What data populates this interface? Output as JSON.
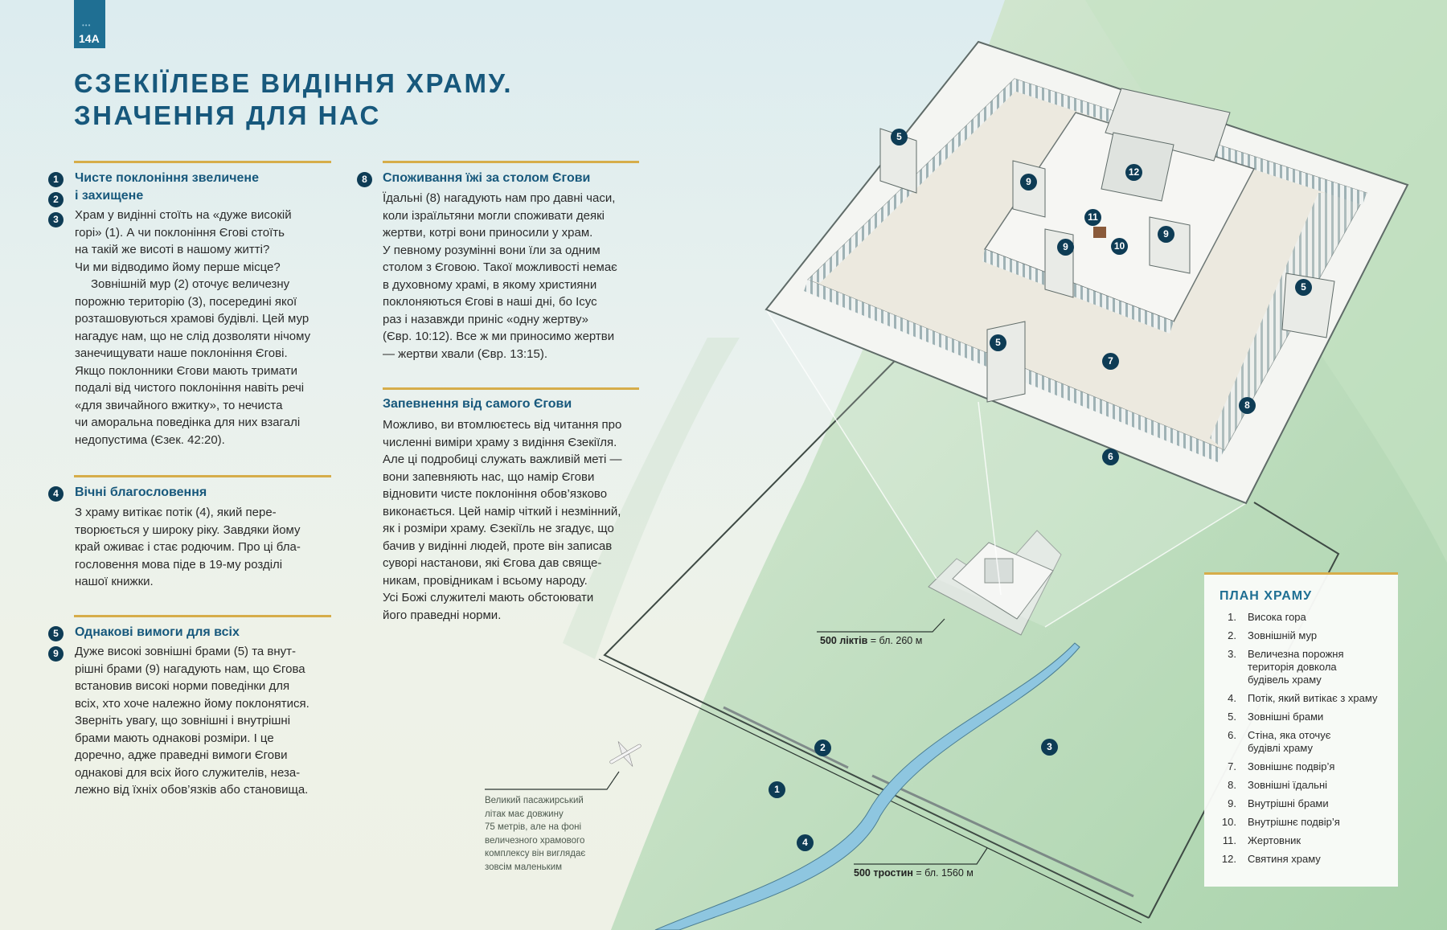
{
  "page_tag": {
    "dots": "•••",
    "number": "14A"
  },
  "title": {
    "line1": "ЄЗЕКІЇЛЕВЕ ВИДІННЯ ХРАМУ.",
    "line2": "ЗНАЧЕННЯ ДЛЯ НАС"
  },
  "left_column": [
    {
      "markers": [
        "1",
        "2",
        "3"
      ],
      "heading_lines": [
        "Чисте поклоніння звеличене",
        "і захищене"
      ],
      "paragraphs": [
        [
          "Храм у видінні стоїть на «дуже високій",
          "горі» (1). А чи поклоніння Єгові стоїть",
          "на такій же висоті в нашому житті?",
          "Чи ми відводимо йому перше місце?"
        ],
        [
          "Зовнішній мур (2) оточує величезну",
          "порожню територію (3), посередині якої",
          "розташовуються храмові будівлі. Цей мур",
          "нагадує нам, що не слід дозволяти нічому",
          "занечищувати наше поклоніння Єгові.",
          "Якщо поклонники Єгови мають тримати",
          "подалі від чистого поклоніння навіть речі",
          "«для звичайного вжитку», то нечиста",
          "чи аморальна поведінка для них взагалі",
          "недопустима (Єзек. 42:20)."
        ]
      ]
    },
    {
      "markers": [
        "4"
      ],
      "heading_lines": [
        "Вічні благословення"
      ],
      "paragraphs": [
        [
          "З храму витікає потік (4), який пере-",
          "творюється у широку ріку. Завдяки йому",
          "край оживає і стає родючим. Про ці бла-",
          "гословення мова піде в 19-му розділі",
          "нашої книжки."
        ]
      ]
    },
    {
      "markers": [
        "5",
        "9"
      ],
      "heading_lines": [
        "Однакові вимоги для всіх"
      ],
      "paragraphs": [
        [
          "Дуже високі зовнішні брами (5) та внут-",
          "рішні брами (9) нагадують нам, що Єгова",
          "встановив високі норми поведінки для",
          "всіх, хто хоче належно йому поклонятися.",
          "Зверніть увагу, що зовнішні і внутрішні",
          "брами мають однакові розміри. І це",
          "доречно, адже праведні вимоги Єгови",
          "однакові для всіх його служителів, неза-",
          "лежно від їхніх обов’язків або становища."
        ]
      ]
    }
  ],
  "middle_column": [
    {
      "markers": [
        "8"
      ],
      "heading_lines": [
        "Споживання їжі за столом Єгови"
      ],
      "paragraphs": [
        [
          "Їдальні (8) нагадують нам про давні часи,",
          "коли ізраїльтяни могли споживати деякі",
          "жертви, котрі вони приносили у храм.",
          "У певному розумінні вони їли за одним",
          "столом з Єговою. Такої можливості немає",
          "в духовному храмі, в якому християни",
          "поклоняються Єгові в наші дні, бо Ісус",
          "раз і назавжди приніс «одну жертву»",
          "(Євр. 10:12). Все ж ми приносимо жертви",
          "— жертви хвали (Євр. 13:15)."
        ]
      ]
    },
    {
      "markers": [],
      "heading_lines": [
        "Запевнення від самого Єгови"
      ],
      "paragraphs": [
        [
          "Можливо, ви втомлюєтесь від читання про",
          "численні виміри храму з видіння Єзекіїля.",
          "Але ці подробиці служать важливій меті —",
          "вони запевняють нас, що намір Єгови",
          "відновити чисте поклоніння обов’язково",
          "виконається. Цей намір чіткий і незмінний,",
          "як і розміри храму. Єзекіїль не згадує, що",
          "бачив у видінні людей, проте він записав",
          "суворі настанови, які Єгова дав свяще-",
          "никам, провідникам і всьому народу.",
          "Усі Божі служителі мають обстоювати",
          "його праведні норми."
        ]
      ]
    }
  ],
  "illustration": {
    "markers": [
      "5",
      "9",
      "12",
      "11",
      "9",
      "10",
      "9",
      "5",
      "5",
      "7",
      "8",
      "6",
      "2",
      "3",
      "1",
      "4"
    ],
    "dimension_small": {
      "bold": "500 ліктів",
      "rest": " = бл. 260 м"
    },
    "dimension_large": {
      "bold": "500 тростин",
      "rest": " = бл. 1560 м"
    },
    "airplane_caption": [
      "Великий пасажирський",
      "літак має довжину",
      "75 метрів, але на фоні",
      "величезного храмового",
      "комплексу він виглядає",
      "зовсім маленьким"
    ]
  },
  "plan": {
    "title": "ПЛАН ХРАМУ",
    "items": [
      {
        "n": "1.",
        "t": "Висока гора"
      },
      {
        "n": "2.",
        "t": "Зовнішній мур"
      },
      {
        "n": "3.",
        "t": "Величезна порожня територія довкола будівель храму"
      },
      {
        "n": "4.",
        "t": "Потік, який витікає з храму"
      },
      {
        "n": "5.",
        "t": "Зовнішні брами"
      },
      {
        "n": "6.",
        "t": "Стіна, яка оточує будівлі храму"
      },
      {
        "n": "7.",
        "t": "Зовнішнє подвір’я"
      },
      {
        "n": "8.",
        "t": "Зовнішні їдальні"
      },
      {
        "n": "9.",
        "t": "Внутрішні брами"
      },
      {
        "n": "10.",
        "t": "Внутрішнє подвір’я"
      },
      {
        "n": "11.",
        "t": "Жертовник"
      },
      {
        "n": "12.",
        "t": "Святиня храму"
      }
    ]
  },
  "colors": {
    "accent_blue": "#17587c",
    "gold_rule": "#d6ad4a",
    "marker": "#0e3c55",
    "field_green": "#b3d8b4"
  }
}
